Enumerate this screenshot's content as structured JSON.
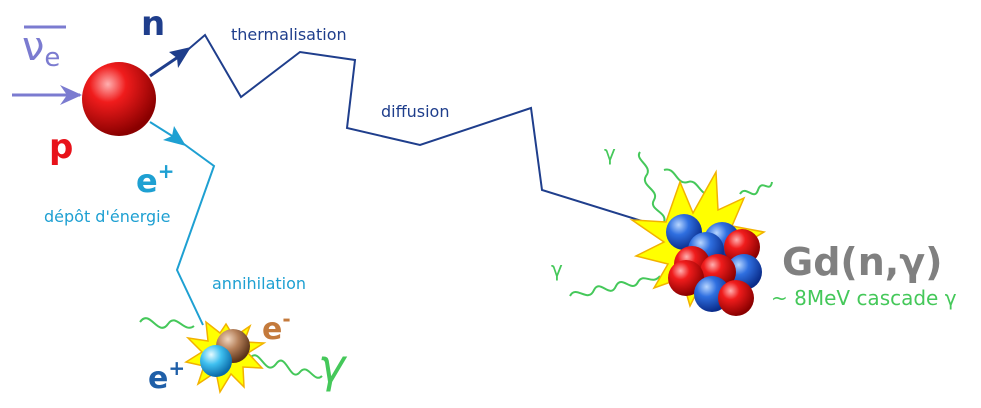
{
  "labels": {
    "neutrino": "ν",
    "neutrino_sub": "e",
    "proton": "p",
    "neutron": "n",
    "positron": "e",
    "positron_sup": "+",
    "energy_deposit": "dépôt d'énergie",
    "thermalisation": "thermalisation",
    "diffusion": "diffusion",
    "annihilation": "annihilation",
    "electron": "e",
    "electron_sup": "-",
    "positron_2": "e",
    "positron_2_sup": "+",
    "gamma_big": "γ",
    "gamma_1": "γ",
    "gamma_2": "γ",
    "capture_reaction": "Gd(n,γ)",
    "cascade": "~ 8MeV cascade γ"
  },
  "colors": {
    "neutrino": "#7b7bd0",
    "proton": "#e8121a",
    "neutron_path": "#1f3e8c",
    "positron_path": "#1ea0d2",
    "gamma": "#45c85a",
    "electron": "#c47a3c",
    "reaction": "#808080",
    "flash": "#ffff00"
  }
}
